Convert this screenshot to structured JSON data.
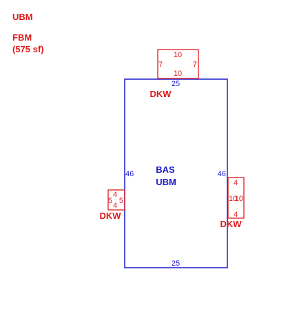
{
  "legend": {
    "line1": "UBM",
    "line2": "FBM",
    "line3": "(575 sf)"
  },
  "main_area": {
    "code": "BAS",
    "sub": "UBM",
    "top": "25",
    "bottom": "25",
    "left": "46",
    "right": "46"
  },
  "top_addition": {
    "top": "10",
    "bottom": "10",
    "left": "7",
    "right": "7",
    "label": "DKW"
  },
  "left_addition": {
    "top": "4",
    "bottom": "4",
    "left": "5",
    "right": "5",
    "label": "DKW"
  },
  "right_addition": {
    "top": "4",
    "bottom": "4",
    "left": "10",
    "right": "10",
    "label": "DKW"
  },
  "colors": {
    "main_outline": "#1a1acc",
    "addition_outline": "#e0191a"
  }
}
